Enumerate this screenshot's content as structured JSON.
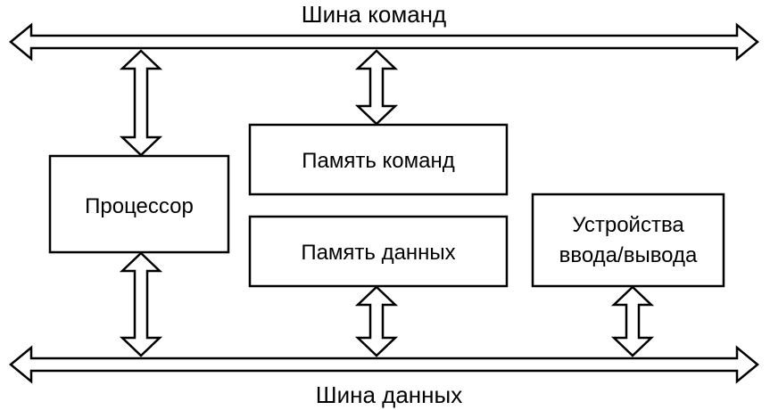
{
  "buses": {
    "command_bus": "Шина команд",
    "data_bus": "Шина данных"
  },
  "blocks": {
    "processor": "Процессор",
    "command_memory": "Память команд",
    "data_memory": "Память данных",
    "io_devices_line1": "Устройства",
    "io_devices_line2": "ввода/вывода"
  },
  "colors": {
    "stroke": "#000000",
    "fill": "#ffffff",
    "text": "#000000"
  }
}
